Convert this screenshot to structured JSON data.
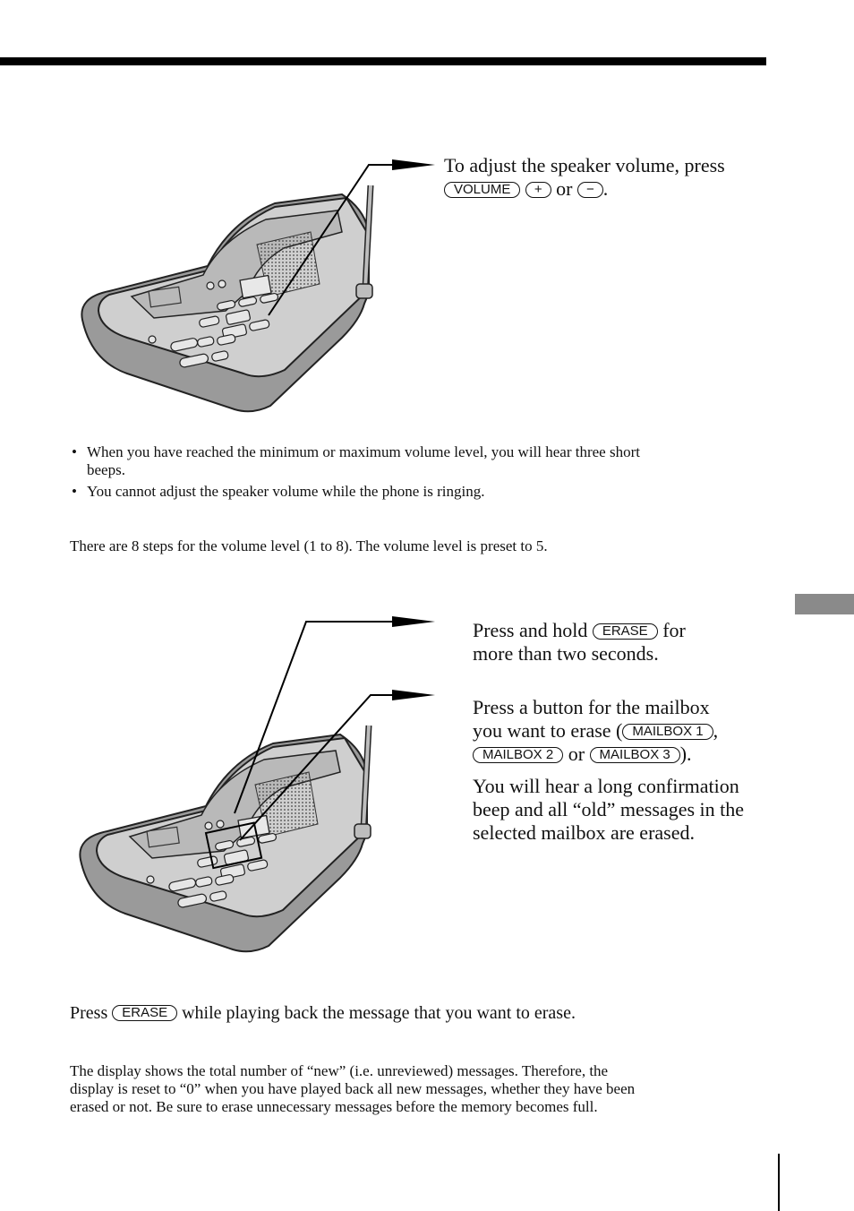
{
  "callout_volume": {
    "text1": "To adjust the speaker volume, press",
    "key_volume": "VOLUME",
    "key_plus": "+",
    "or": "or",
    "key_minus": "−",
    "period": "."
  },
  "notes": [
    "When you have reached the minimum or maximum volume level, you will hear three short beeps.",
    "You cannot adjust the speaker volume while the phone is ringing."
  ],
  "steps_note": "There are 8 steps for the volume level (1 to 8). The volume level is preset to 5.",
  "callout_erase_hold": {
    "press_and_hold": "Press and hold",
    "key_erase": "ERASE",
    "for": "for",
    "rest": "more than two seconds."
  },
  "callout_mailbox": {
    "text1": "Press a button for the mailbox",
    "text2": "you want to erase (",
    "key_mailbox1": "MAILBOX 1",
    "comma": ",",
    "key_mailbox2": "MAILBOX 2",
    "or": "or",
    "key_mailbox3": "MAILBOX 3",
    "close": ")."
  },
  "callout_confirm": "You will hear a long confirmation beep and all “old” messages in the selected mailbox are erased.",
  "erase_line": {
    "press": "Press",
    "key_erase": "ERASE",
    "rest": "while playing back the message that you want to erase."
  },
  "display_note": "The display shows the total number of “new” (i.e. unreviewed) messages. Therefore, the display is reset to “0” when you have played back all new messages, whether they have been erased or not. Be sure to erase unnecessary messages before the memory becomes full.",
  "colors": {
    "sidetab": "#8a8a8a",
    "phone_body": "#c8c8c8"
  }
}
